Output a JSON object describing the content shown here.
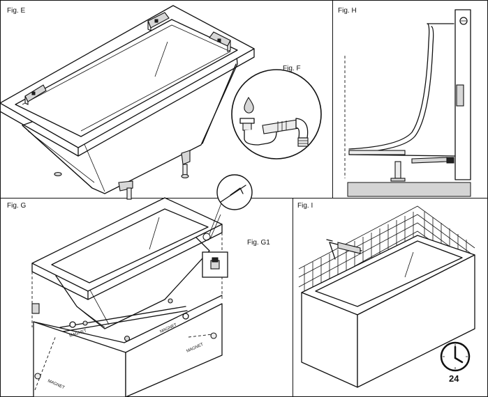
{
  "figures": {
    "e": {
      "label": "Fig. E"
    },
    "f": {
      "label": "Fig. F"
    },
    "h": {
      "label": "Fig. H"
    },
    "g": {
      "label": "Fig. G"
    },
    "g1": {
      "label": "Fig. G1"
    },
    "i": {
      "label": "Fig. I"
    }
  },
  "magnet_labels": [
    "MAGNET",
    "MAGNET",
    "MAGNET",
    "MAGNET"
  ],
  "clock": {
    "hours": "24",
    "icon": "clock-icon"
  },
  "icons": {
    "water_drop": "water-drop-icon",
    "drain_trap": "drain-trap-icon",
    "silicone_gun": "caulking-gun-icon",
    "clip": "mounting-clip-icon"
  }
}
